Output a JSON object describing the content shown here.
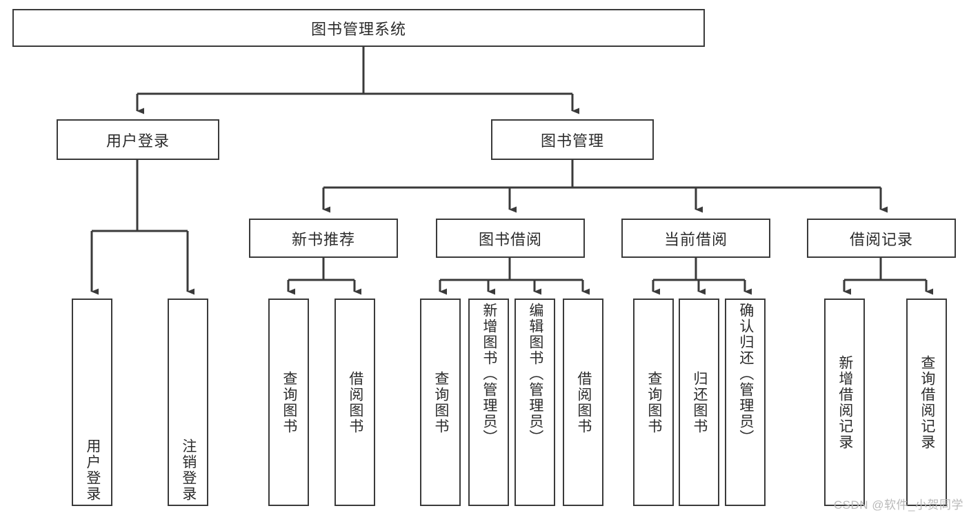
{
  "diagram": {
    "title": "图书管理系统",
    "watermark": "CSDN @软件_小贺同学",
    "colors": {
      "stroke": "#3a3a3a",
      "fill": "#ffffff",
      "text": "#2b2b2b",
      "watermark": "#b9b9b9"
    },
    "root": {
      "label": "图书管理系统"
    },
    "level2": [
      {
        "label": "用户登录"
      },
      {
        "label": "图书管理"
      }
    ],
    "level3": [
      {
        "label": "新书推荐"
      },
      {
        "label": "图书借阅"
      },
      {
        "label": "当前借阅"
      },
      {
        "label": "借阅记录"
      }
    ],
    "leaves": {
      "user_login": [
        {
          "label": "用户登录"
        },
        {
          "label": "注销登录"
        }
      ],
      "new_book_recommend": [
        {
          "label": "查询图书"
        },
        {
          "label": "借阅图书"
        }
      ],
      "book_borrow": [
        {
          "label": "查询图书"
        },
        {
          "label": "新增图书（管理员）"
        },
        {
          "label": "编辑图书（管理员）"
        },
        {
          "label": "借阅图书"
        }
      ],
      "current_borrow": [
        {
          "label": "查询图书"
        },
        {
          "label": "归还图书"
        },
        {
          "label": "确认归还（管理员）"
        }
      ],
      "borrow_record": [
        {
          "label": "新增借阅记录"
        },
        {
          "label": "查询借阅记录"
        }
      ]
    }
  }
}
